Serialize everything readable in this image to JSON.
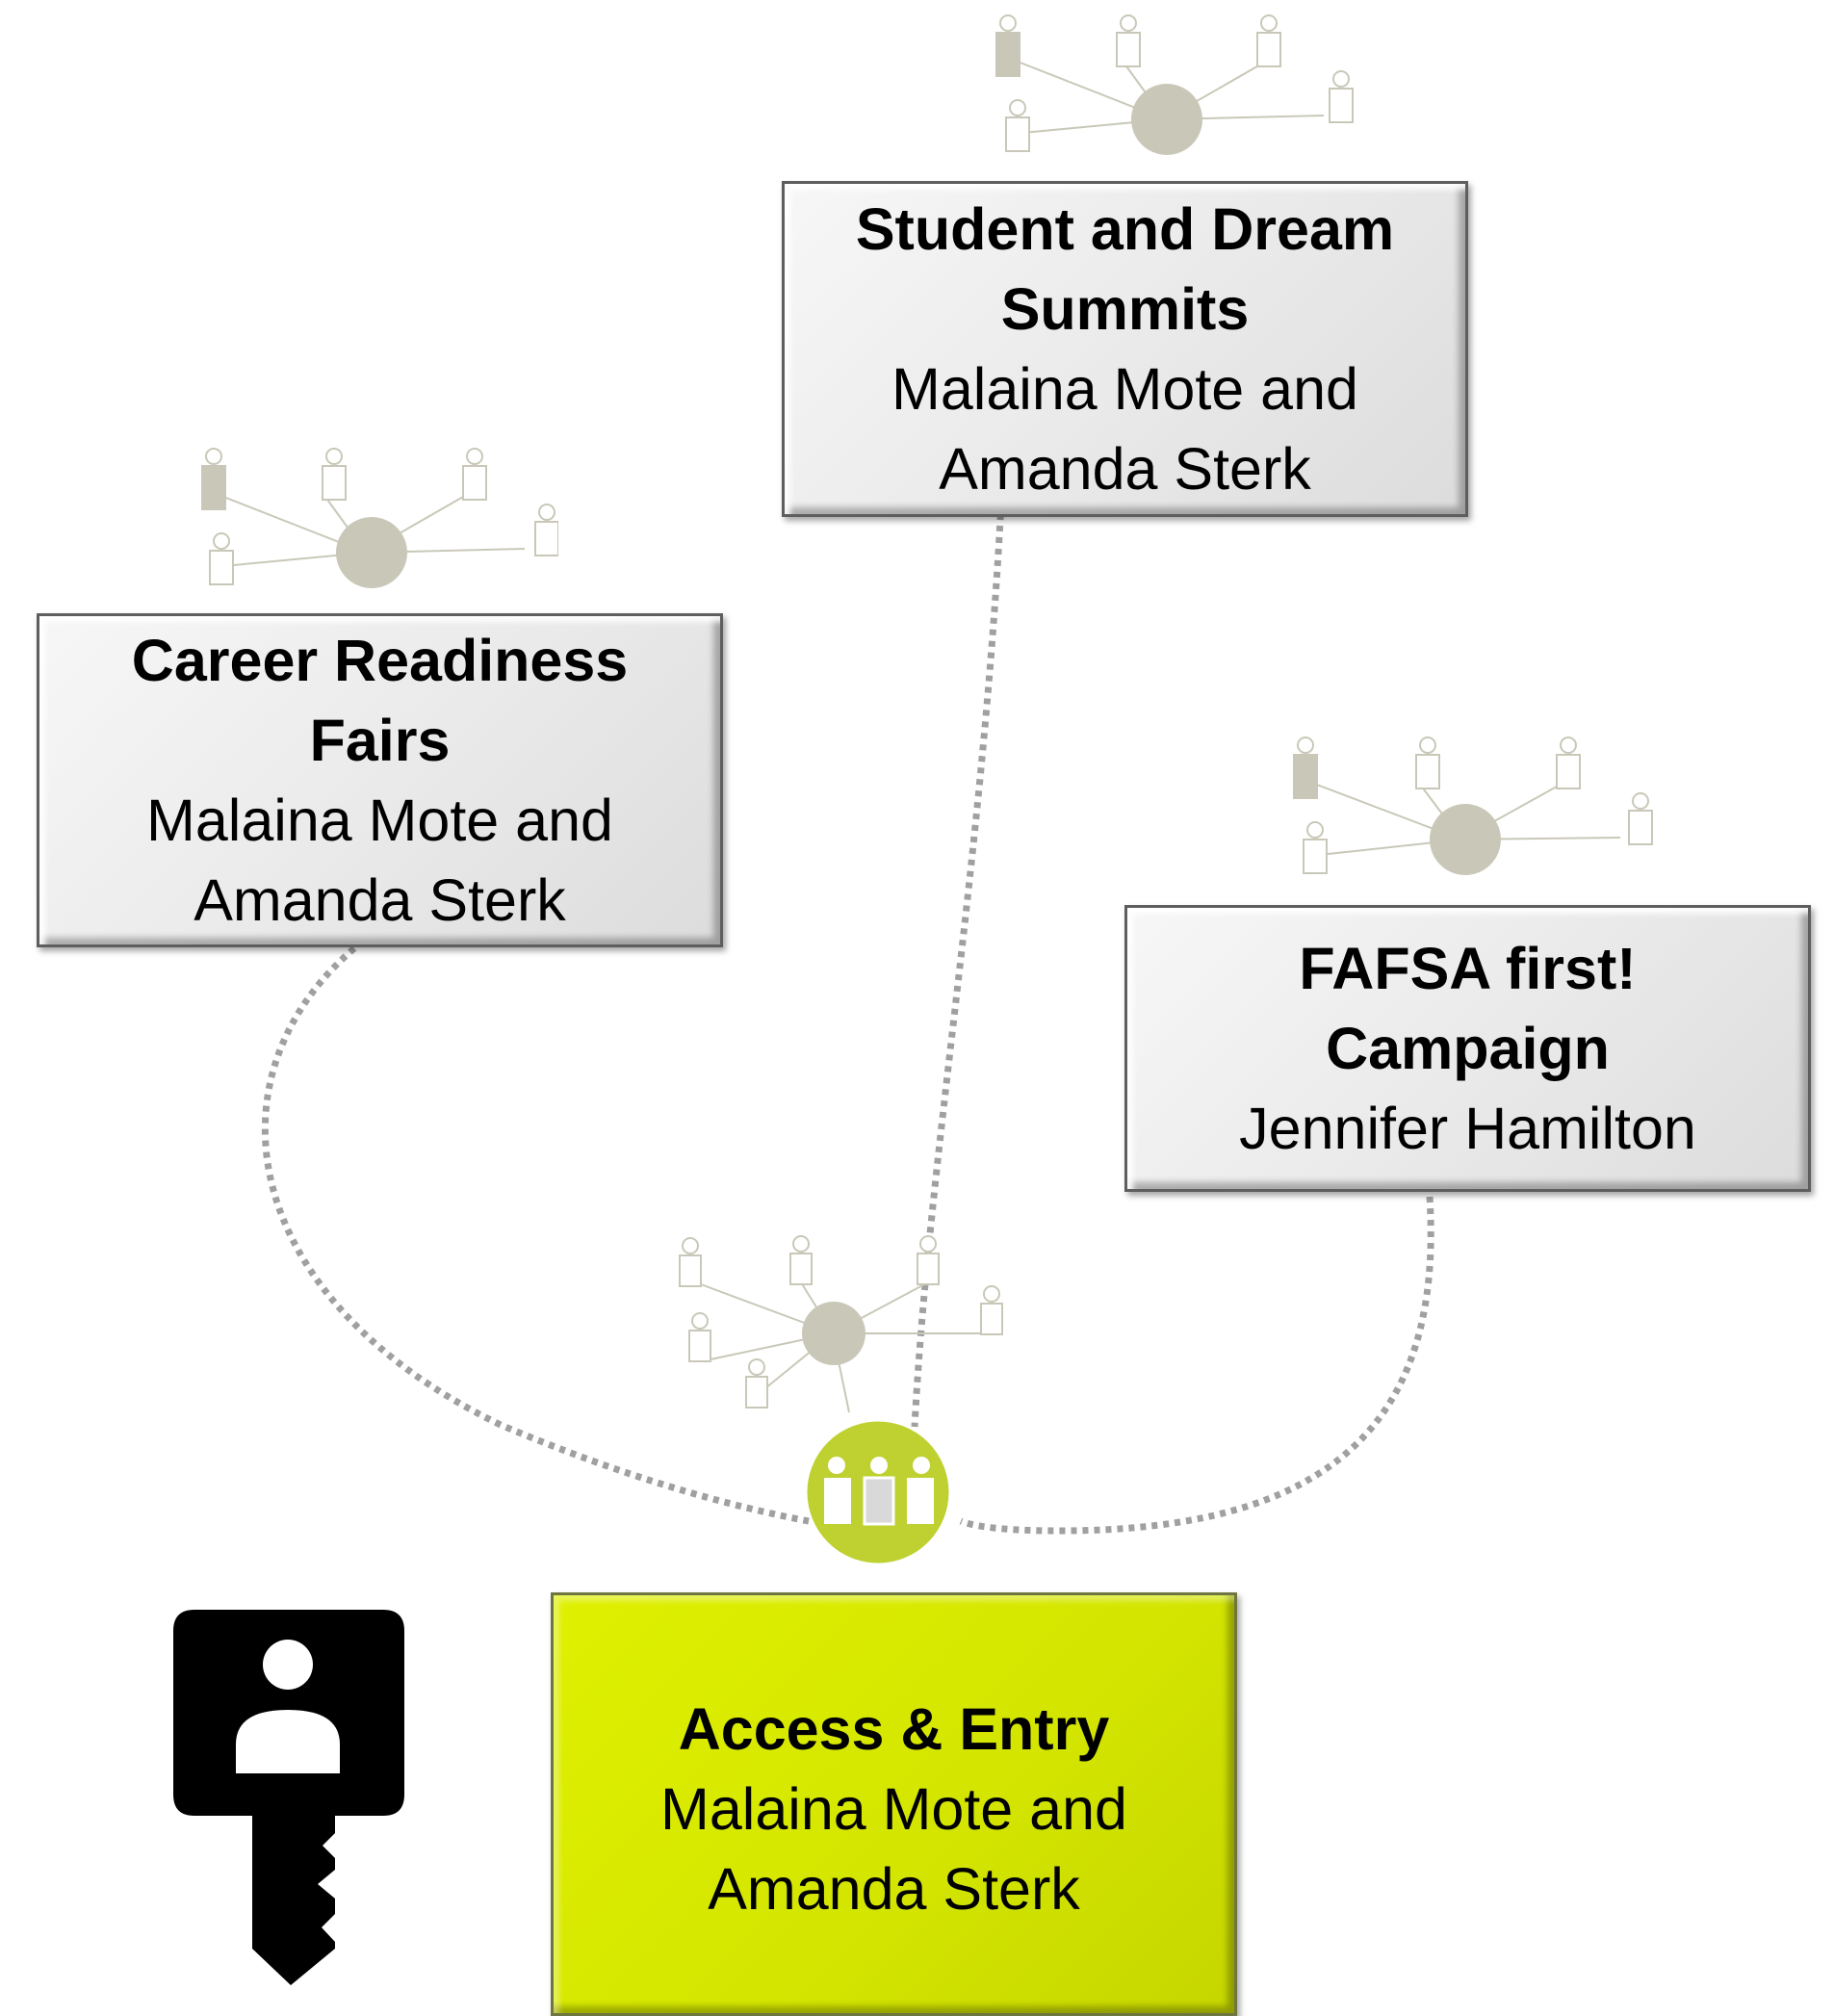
{
  "diagram": {
    "nodes": [
      {
        "id": "student-dream-summits",
        "title_lines": [
          "Student and Dream",
          "Summits"
        ],
        "people_lines": [
          "Malaina Mote and",
          "Amanda Sterk"
        ]
      },
      {
        "id": "career-readiness-fairs",
        "title_lines": [
          "Career Readiness",
          "Fairs"
        ],
        "people_lines": [
          "Malaina Mote and",
          "Amanda Sterk"
        ]
      },
      {
        "id": "fafsa-first-campaign",
        "title_lines": [
          "FAFSA first!",
          "Campaign"
        ],
        "people_lines": [
          "Jennifer Hamilton"
        ]
      },
      {
        "id": "access-entry",
        "title_lines": [
          "Access & Entry"
        ],
        "people_lines": [
          "Malaina Mote and",
          "Amanda Sterk"
        ]
      }
    ],
    "edges": [
      {
        "from": "student-dream-summits",
        "to": "access-entry",
        "style": "dotted"
      },
      {
        "from": "career-readiness-fairs",
        "to": "access-entry",
        "style": "dotted"
      },
      {
        "from": "fafsa-first-campaign",
        "to": "access-entry",
        "style": "dotted"
      }
    ],
    "icons": {
      "network": "people-network-icon",
      "hub": "group-of-people-icon",
      "key": "person-key-icon"
    }
  },
  "colors": {
    "box_gray": "#e9e9e9",
    "box_lime": "#d4e600",
    "hub_green": "#bfd130",
    "network_gray": "#c9c8b8",
    "connector": "#a0a0a0",
    "key_black": "#000000"
  }
}
